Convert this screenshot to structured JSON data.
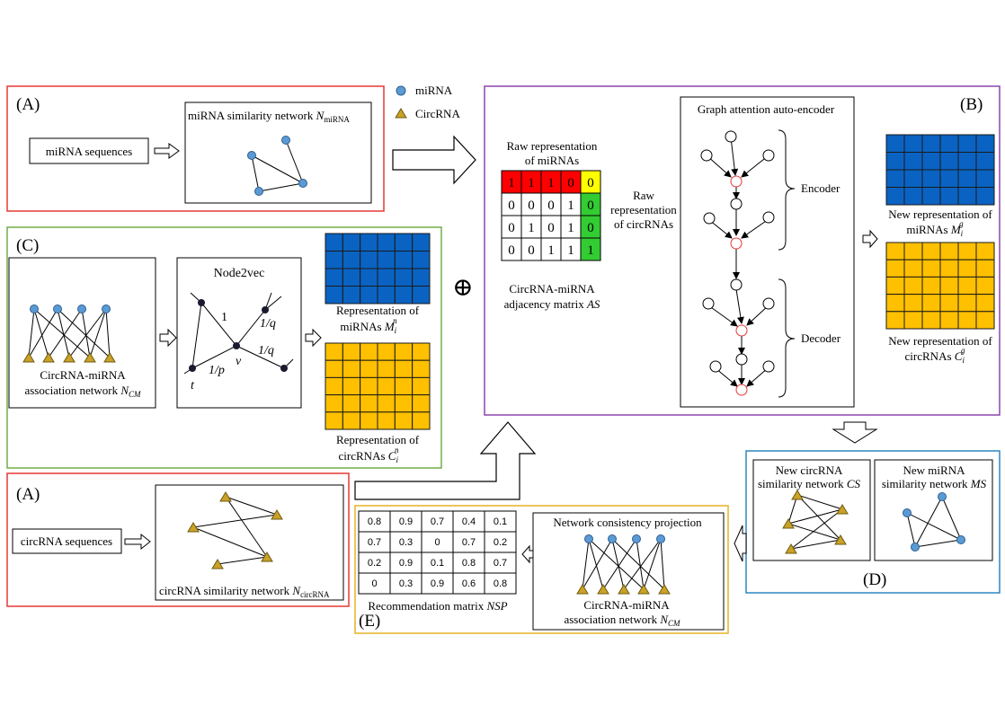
{
  "legend": {
    "mirna": "miRNA",
    "circrna": "CircRNA"
  },
  "panel_a_top": {
    "letter": "(A)",
    "input_label": "miRNA sequences",
    "network_label": "miRNA similarity network",
    "network_symbol": "N",
    "network_sub": "miRNA"
  },
  "panel_a_bottom": {
    "letter": "(A)",
    "input_label": "circRNA sequences",
    "network_label": "circRNA similarity network",
    "network_symbol": "N",
    "network_sub": "circRNA"
  },
  "panel_b": {
    "letter": "(B)",
    "raw_mirna_line1": "Raw representation",
    "raw_mirna_line2": "of miRNAs",
    "raw_circrna_line1": "Raw",
    "raw_circrna_line2": "representation",
    "raw_circrna_line3": "of circRNAs",
    "adjacency_rows": [
      [
        "1",
        "1",
        "1",
        "0",
        "0"
      ],
      [
        "0",
        "0",
        "0",
        "1",
        "0"
      ],
      [
        "0",
        "1",
        "0",
        "1",
        "0"
      ],
      [
        "0",
        "0",
        "1",
        "1",
        "1"
      ]
    ],
    "adjacency_line1": "CircRNA-miRNA",
    "adjacency_line2": "adjacency matrix",
    "adjacency_symbol": "AS",
    "gae_title": "Graph attention auto-encoder",
    "encoder": "Encoder",
    "decoder": "Decoder",
    "new_mirna_line1": "New representation of",
    "new_mirna_line2": "miRNAs",
    "new_mirna_symbol": "M",
    "new_mirna_sub": "i",
    "new_mirna_sup": "g",
    "new_circ_line1": "New representation of",
    "new_circ_line2": "circRNAs",
    "new_circ_symbol": "C",
    "new_circ_sub": "i",
    "new_circ_sup": "g"
  },
  "panel_c": {
    "letter": "(C)",
    "assoc_line1": "CircRNA-miRNA",
    "assoc_line2": "association network",
    "assoc_symbol": "N",
    "assoc_sub": "CM",
    "node2vec_title": "Node2vec",
    "edge_one": "1",
    "edge_q1": "1/q",
    "edge_q2": "1/q",
    "edge_p": "1/p",
    "node_v": "v",
    "node_t": "t",
    "rep_mirna_line1": "Representation of",
    "rep_mirna_line2": "miRNAs",
    "rep_mirna_symbol": "M",
    "rep_mirna_sub": "i",
    "rep_mirna_sup": "n",
    "rep_circ_line1": "Representation of",
    "rep_circ_line2": "circRNAs",
    "rep_circ_symbol": "C",
    "rep_circ_sub": "i",
    "rep_circ_sup": "n"
  },
  "combine_symbol": "⊕",
  "panel_d": {
    "letter": "(D)",
    "cs_line1": "New circRNA",
    "cs_line2": "similarity network",
    "cs_symbol": "CS",
    "ms_line1": "New miRNA",
    "ms_line2": "similarity network",
    "ms_symbol": "MS"
  },
  "panel_e": {
    "letter": "(E)",
    "matrix": [
      [
        "0.8",
        "0.9",
        "0.7",
        "0.4",
        "0.1"
      ],
      [
        "0.7",
        "0.3",
        "0",
        "0.7",
        "0.2"
      ],
      [
        "0.2",
        "0.9",
        "0.1",
        "0.8",
        "0.7"
      ],
      [
        "0",
        "0.3",
        "0.9",
        "0.6",
        "0.8"
      ]
    ],
    "matrix_label": "Recommendation matrix",
    "matrix_symbol": "NSP",
    "ncp_title": "Network consistency projection",
    "assoc_line1": "CircRNA-miRNA",
    "assoc_line2": "association network",
    "assoc_symbol": "N",
    "assoc_sub": "CM"
  },
  "colors": {
    "mirna_node": "#5b9bd5",
    "circrna_node": "#c9a227",
    "blue_matrix": "#0a63c2",
    "yellow_matrix": "#ffc000",
    "red_cell": "#ff0000",
    "yellow_cell": "#ffff00",
    "green_cell": "#33cc33",
    "panel_a_border": "#e53935",
    "panel_b_border": "#8e44ad",
    "panel_c_border": "#70ad47",
    "panel_d_border": "#2e86c1",
    "panel_e_border": "#e6b422"
  }
}
